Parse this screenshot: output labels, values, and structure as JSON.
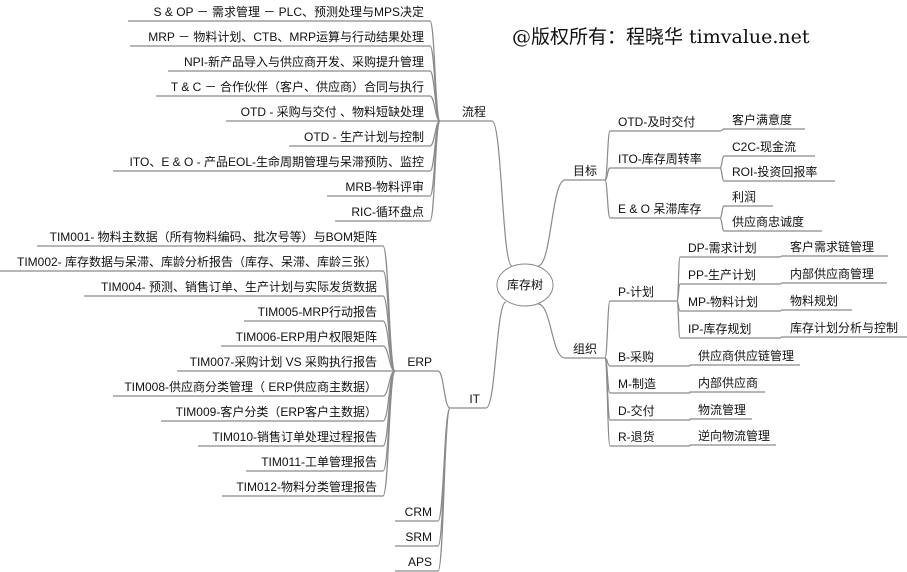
{
  "copyright": "@版权所有：程晓华  timvalue.net",
  "root": "库存树",
  "process": {
    "label": "流程",
    "items": [
      "S & OP － 需求管理 － PLC、预测处理与MPS决定",
      "MRP － 物料计划、CTB、MRP运算与行动结果处理",
      "NPI-新产品导入与供应商开发、采购提升管理",
      "T & C － 合作伙伴（客户、供应商）合同与执行",
      "OTD - 采购与交付 、物料短缺处理",
      "OTD - 生产计划与控制",
      "ITO、E & O - 产品EOL-生命周期管理与呆滞预防、监控",
      "MRB-物料评审",
      "RIC-循环盘点"
    ]
  },
  "it": {
    "label": "IT",
    "erp": {
      "label": "ERP",
      "items": [
        "TIM001- 物料主数据（所有物料编码、批次号等）与BOM矩阵",
        "TIM002- 库存数据与呆滞、库龄分析报告（库存、呆滞、库龄三张）",
        "TIM004- 预测、销售订单、生产计划与实际发货数据",
        "TIM005-MRP行动报告",
        "TIM006-ERP用户权限矩阵",
        "TIM007-采购计划 VS 采购执行报告",
        "TIM008-供应商分类管理（ ERP供应商主数据）",
        "TIM009-客户分类（ERP客户主数据）",
        "TIM010-销售订单处理过程报告",
        "TIM011-工单管理报告",
        "TIM012-物料分类管理报告"
      ]
    },
    "others": [
      "CRM",
      "SRM",
      "APS"
    ]
  },
  "goals": {
    "label": "目标",
    "items": [
      {
        "label": "OTD-及时交付",
        "children": [
          "客户满意度"
        ]
      },
      {
        "label": "ITO-库存周转率",
        "children": [
          "C2C-现金流",
          "ROI-投资回报率"
        ]
      },
      {
        "label": "E & O 呆滞库存",
        "children": [
          "利润",
          "供应商忠诚度"
        ]
      }
    ]
  },
  "org": {
    "label": "组织",
    "planning": {
      "label": "P-计划",
      "items": [
        {
          "label": "DP-需求计划",
          "child": "客户需求链管理"
        },
        {
          "label": "PP-生产计划",
          "child": "内部供应商管理"
        },
        {
          "label": "MP-物料计划",
          "child": "物料规划"
        },
        {
          "label": "IP-库存规划",
          "child": "库存计划分析与控制"
        }
      ]
    },
    "items": [
      {
        "label": "B-采购",
        "child": "供应商供应链管理"
      },
      {
        "label": "M-制造",
        "child": "内部供应商"
      },
      {
        "label": "D-交付",
        "child": "物流管理"
      },
      {
        "label": "R-退货",
        "child": "逆向物流管理"
      }
    ]
  }
}
